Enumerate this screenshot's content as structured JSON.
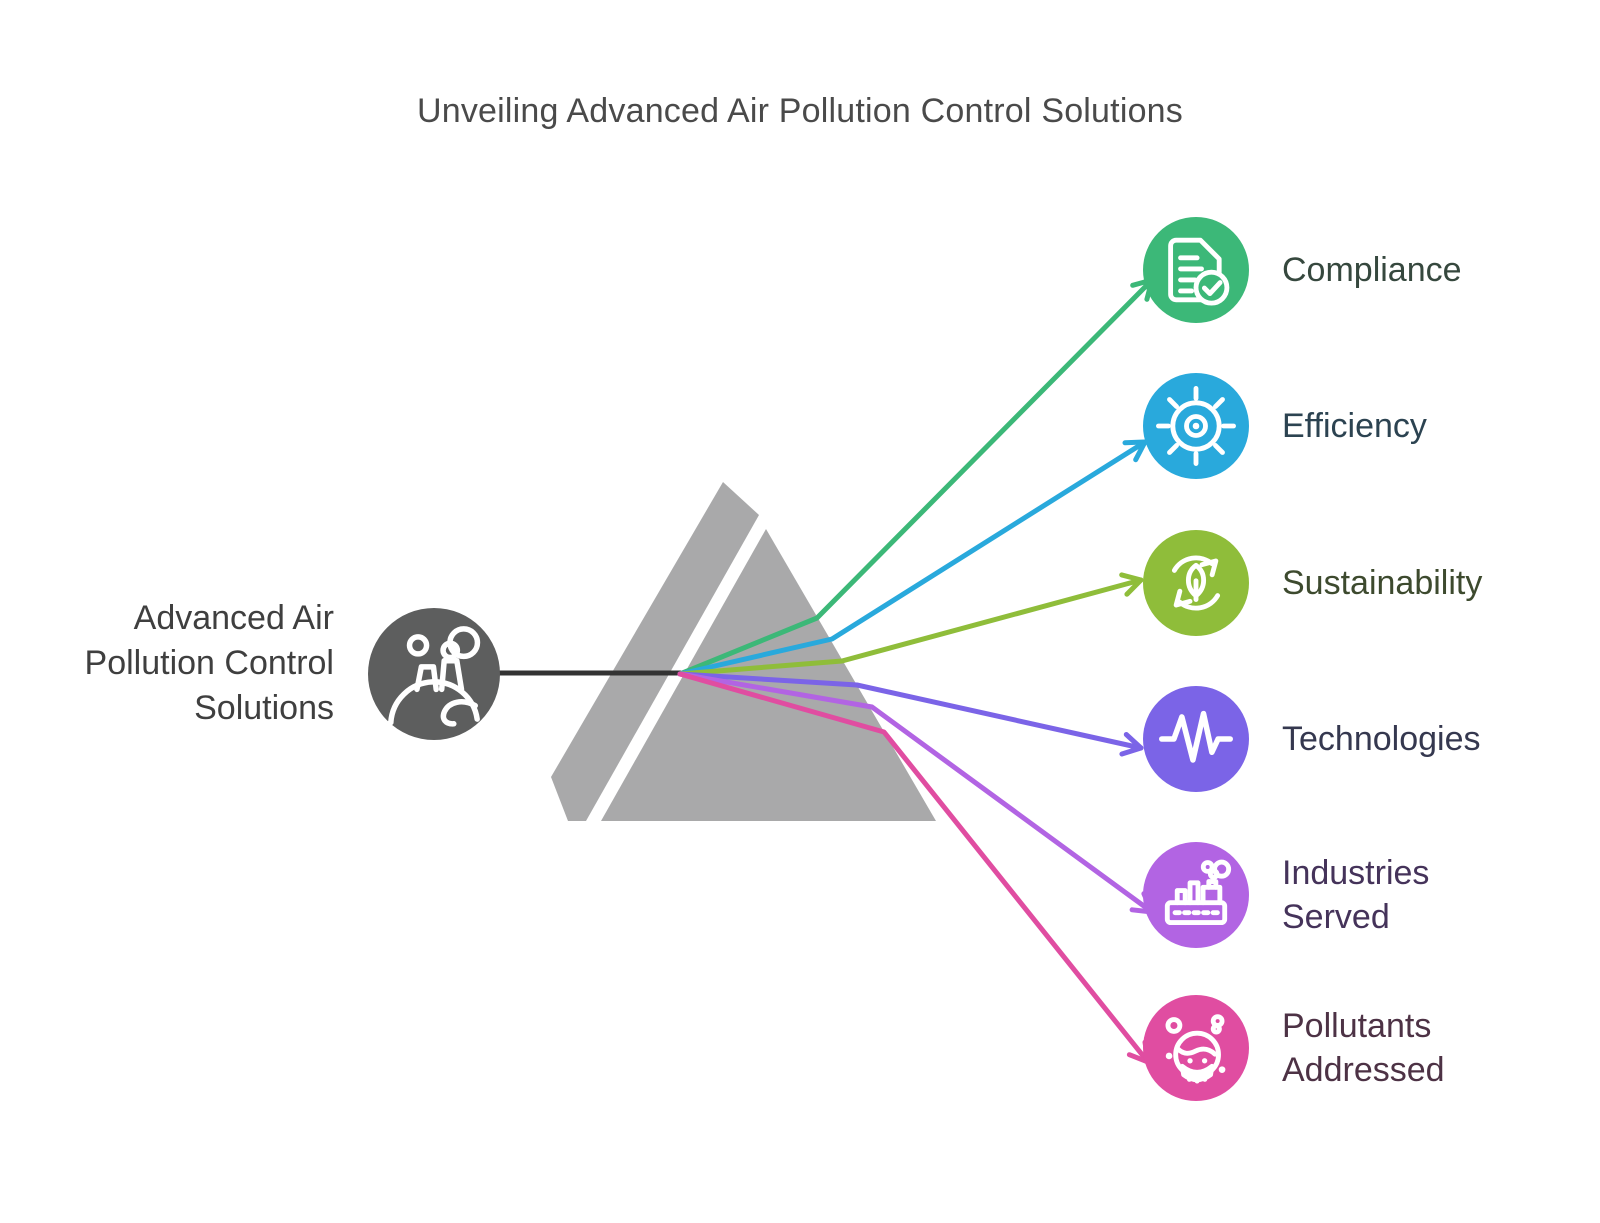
{
  "title": "Unveiling Advanced Air Pollution Control Solutions",
  "colors": {
    "title_text": "#4a4a4a",
    "root_text": "#3f3f3f",
    "root_fill": "#5d5e5e",
    "connector": "#333333",
    "prism_fill": "#a9a9aa"
  },
  "root": {
    "label": "Advanced Air Pollution Control Solutions",
    "lines": [
      "Advanced Air",
      "Pollution Control",
      "Solutions"
    ],
    "icon": "factory-globe-icon"
  },
  "items": [
    {
      "label": "Compliance",
      "lines": [
        "Compliance"
      ],
      "color": "#3cb878",
      "text_color": "#36483e",
      "icon": "document-check-icon"
    },
    {
      "label": "Efficiency",
      "lines": [
        "Efficiency"
      ],
      "color": "#29a9dc",
      "text_color": "#2c4351",
      "icon": "gear-icon"
    },
    {
      "label": "Sustainability",
      "lines": [
        "Sustainability"
      ],
      "color": "#8fbd3a",
      "text_color": "#3d4a2e",
      "icon": "leaf-recycle-icon"
    },
    {
      "label": "Technologies",
      "lines": [
        "Technologies"
      ],
      "color": "#7b64e7",
      "text_color": "#35384f",
      "icon": "pulse-icon"
    },
    {
      "label": "Industries Served",
      "lines": [
        "Industries",
        "Served"
      ],
      "color": "#b264e3",
      "text_color": "#45335a",
      "icon": "factory-icon"
    },
    {
      "label": "Pollutants Addressed",
      "lines": [
        "Pollutants",
        "Addressed"
      ],
      "color": "#e04da1",
      "text_color": "#4d3245",
      "icon": "mask-face-icon"
    }
  ]
}
